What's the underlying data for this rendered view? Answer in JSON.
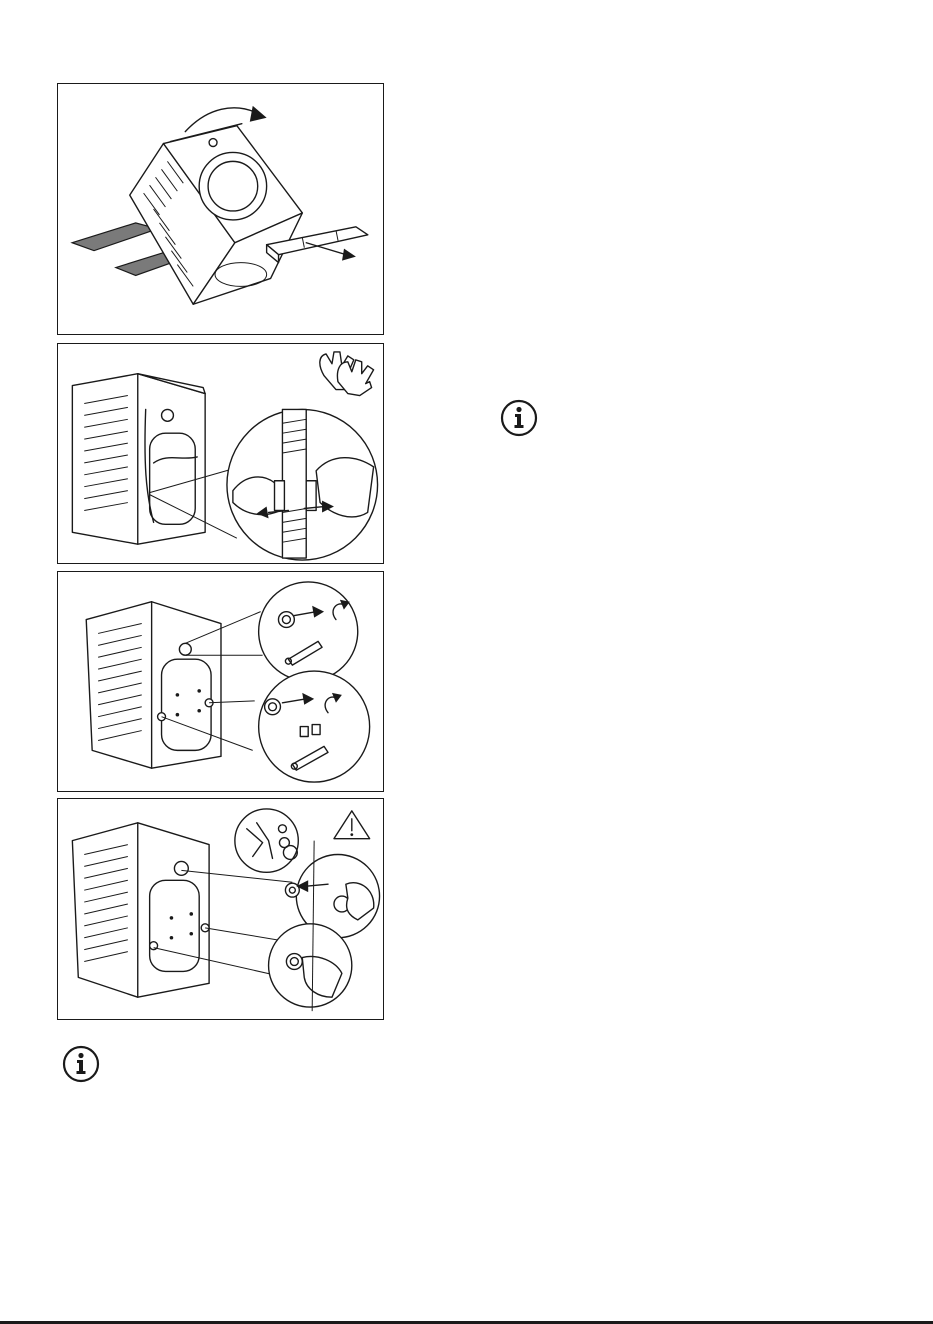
{
  "figures": [
    {
      "id": "fig-1",
      "icon": "tilt-arrow-icon"
    },
    {
      "id": "fig-2",
      "icon": "gloves-icon"
    },
    {
      "id": "fig-3",
      "icon": "wrench-icon"
    },
    {
      "id": "fig-4",
      "icon": "warning-triangle-icon"
    }
  ],
  "notes": [
    {
      "icon": "info-icon",
      "position": "right-column"
    },
    {
      "icon": "info-icon",
      "position": "below-figures"
    }
  ]
}
